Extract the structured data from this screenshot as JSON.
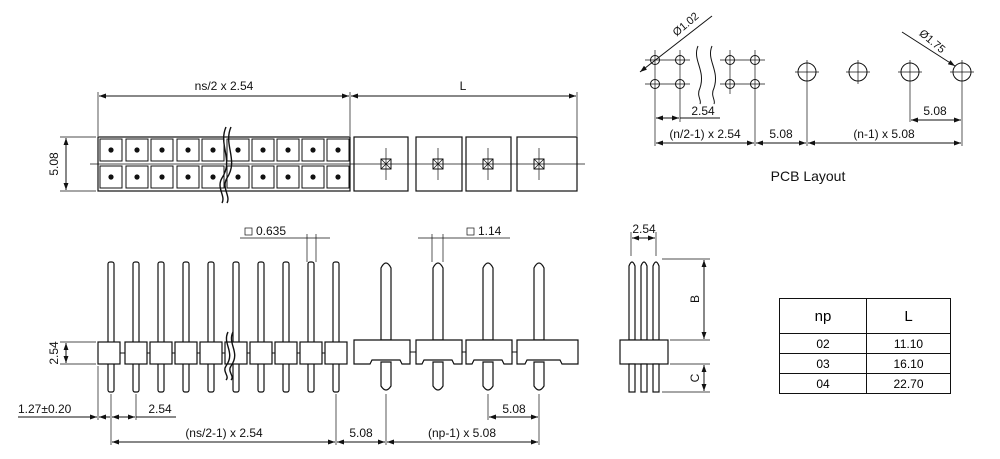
{
  "top_view": {
    "dim_ns": "ns/2 x 2.54",
    "dim_L": "L",
    "dim_height": "5.08"
  },
  "pcb_layout": {
    "title": "PCB Layout",
    "hole_small": "Ø1.02",
    "hole_large": "Ø1.75",
    "pitch_small": "2.54",
    "span_small": "(n/2-1) x 2.54",
    "gap": "5.08",
    "span_large": "(n-1) x 5.08",
    "pitch_large": "5.08"
  },
  "front_view": {
    "pin_small": "0.635",
    "pin_large": "1.14",
    "height_insulator": "2.54",
    "offset": "1.27±0.20",
    "pitch_small": "2.54",
    "pitch_large": "5.08",
    "span_small": "(ns/2-1) x 2.54",
    "gap": "5.08",
    "span_large": "(np-1) x 5.08"
  },
  "side_view": {
    "width": "2.54",
    "dim_B": "B",
    "dim_C": "C"
  },
  "table": {
    "headers": [
      "np",
      "L"
    ],
    "rows": [
      {
        "np": "02",
        "L": "11.10"
      },
      {
        "np": "03",
        "L": "16.10"
      },
      {
        "np": "04",
        "L": "22.70"
      }
    ]
  }
}
